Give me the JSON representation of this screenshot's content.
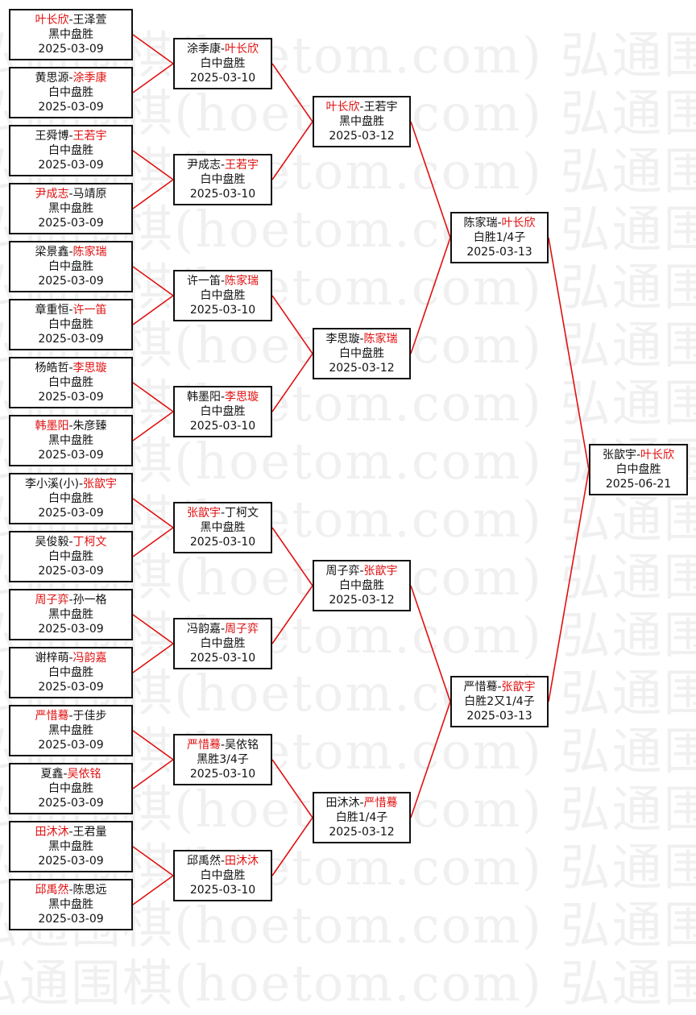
{
  "watermark": "弘通围棋(hoetom.com)",
  "colors": {
    "winner": "#e01010",
    "line": "#e01010",
    "border": "#111111"
  },
  "round1": [
    {
      "a": "叶长欣",
      "b": "王泽萱",
      "winner": "a",
      "result": "黑中盘胜",
      "date": "2025-03-09"
    },
    {
      "a": "黄思源",
      "b": "涂季康",
      "winner": "b",
      "result": "白中盘胜",
      "date": "2025-03-09"
    },
    {
      "a": "王舜博",
      "b": "王若宇",
      "winner": "b",
      "result": "白中盘胜",
      "date": "2025-03-09"
    },
    {
      "a": "尹成志",
      "b": "马靖原",
      "winner": "a",
      "result": "黑中盘胜",
      "date": "2025-03-09"
    },
    {
      "a": "梁景鑫",
      "b": "陈家瑞",
      "winner": "b",
      "result": "白中盘胜",
      "date": "2025-03-09"
    },
    {
      "a": "章重恒",
      "b": "许一笛",
      "winner": "b",
      "result": "白中盘胜",
      "date": "2025-03-09"
    },
    {
      "a": "杨皓哲",
      "b": "李思璇",
      "winner": "b",
      "result": "白中盘胜",
      "date": "2025-03-09"
    },
    {
      "a": "韩墨阳",
      "b": "朱彦臻",
      "winner": "a",
      "result": "黑中盘胜",
      "date": "2025-03-09"
    },
    {
      "a": "李小溪(小)",
      "b": "张歆宇",
      "winner": "b",
      "result": "白中盘胜",
      "date": "2025-03-09"
    },
    {
      "a": "吴俊毅",
      "b": "丁柯文",
      "winner": "b",
      "result": "白中盘胜",
      "date": "2025-03-09"
    },
    {
      "a": "周子弈",
      "b": "孙一格",
      "winner": "a",
      "result": "黑中盘胜",
      "date": "2025-03-09"
    },
    {
      "a": "谢梓萌",
      "b": "冯韵嘉",
      "winner": "b",
      "result": "白中盘胜",
      "date": "2025-03-09"
    },
    {
      "a": "严惜蓦",
      "b": "于佳步",
      "winner": "a",
      "result": "黑中盘胜",
      "date": "2025-03-09"
    },
    {
      "a": "夏鑫",
      "b": "吴依铭",
      "winner": "b",
      "result": "白中盘胜",
      "date": "2025-03-09"
    },
    {
      "a": "田沐沐",
      "b": "王君量",
      "winner": "a",
      "result": "黑中盘胜",
      "date": "2025-03-09"
    },
    {
      "a": "邱禹然",
      "b": "陈思远",
      "winner": "a",
      "result": "黑中盘胜",
      "date": "2025-03-09"
    }
  ],
  "round2": [
    {
      "a": "涂季康",
      "b": "叶长欣",
      "winner": "b",
      "result": "白中盘胜",
      "date": "2025-03-10"
    },
    {
      "a": "尹成志",
      "b": "王若宇",
      "winner": "b",
      "result": "白中盘胜",
      "date": "2025-03-10"
    },
    {
      "a": "许一笛",
      "b": "陈家瑞",
      "winner": "b",
      "result": "白中盘胜",
      "date": "2025-03-10"
    },
    {
      "a": "韩墨阳",
      "b": "李思璇",
      "winner": "b",
      "result": "白中盘胜",
      "date": "2025-03-10"
    },
    {
      "a": "张歆宇",
      "b": "丁柯文",
      "winner": "a",
      "result": "黑中盘胜",
      "date": "2025-03-10"
    },
    {
      "a": "冯韵嘉",
      "b": "周子弈",
      "winner": "b",
      "result": "白中盘胜",
      "date": "2025-03-10"
    },
    {
      "a": "严惜蓦",
      "b": "吴依铭",
      "winner": "a",
      "result": "黑胜3/4子",
      "date": "2025-03-10"
    },
    {
      "a": "邱禹然",
      "b": "田沐沐",
      "winner": "b",
      "result": "白中盘胜",
      "date": "2025-03-10"
    }
  ],
  "round3": [
    {
      "a": "叶长欣",
      "b": "王若宇",
      "winner": "a",
      "result": "黑中盘胜",
      "date": "2025-03-12"
    },
    {
      "a": "李思璇",
      "b": "陈家瑞",
      "winner": "b",
      "result": "白中盘胜",
      "date": "2025-03-12"
    },
    {
      "a": "周子弈",
      "b": "张歆宇",
      "winner": "b",
      "result": "白中盘胜",
      "date": "2025-03-12"
    },
    {
      "a": "田沐沐",
      "b": "严惜蓦",
      "winner": "b",
      "result": "白胜1/4子",
      "date": "2025-03-12"
    }
  ],
  "round4": [
    {
      "a": "陈家瑞",
      "b": "叶长欣",
      "winner": "b",
      "result": "白胜1/4子",
      "date": "2025-03-13"
    },
    {
      "a": "严惜蓦",
      "b": "张歆宇",
      "winner": "b",
      "result": "白胜2又1/4子",
      "date": "2025-03-13"
    }
  ],
  "round5": [
    {
      "a": "张歆宇",
      "b": "叶长欣",
      "winner": "b",
      "result": "白中盘胜",
      "date": "2025-06-21"
    }
  ]
}
